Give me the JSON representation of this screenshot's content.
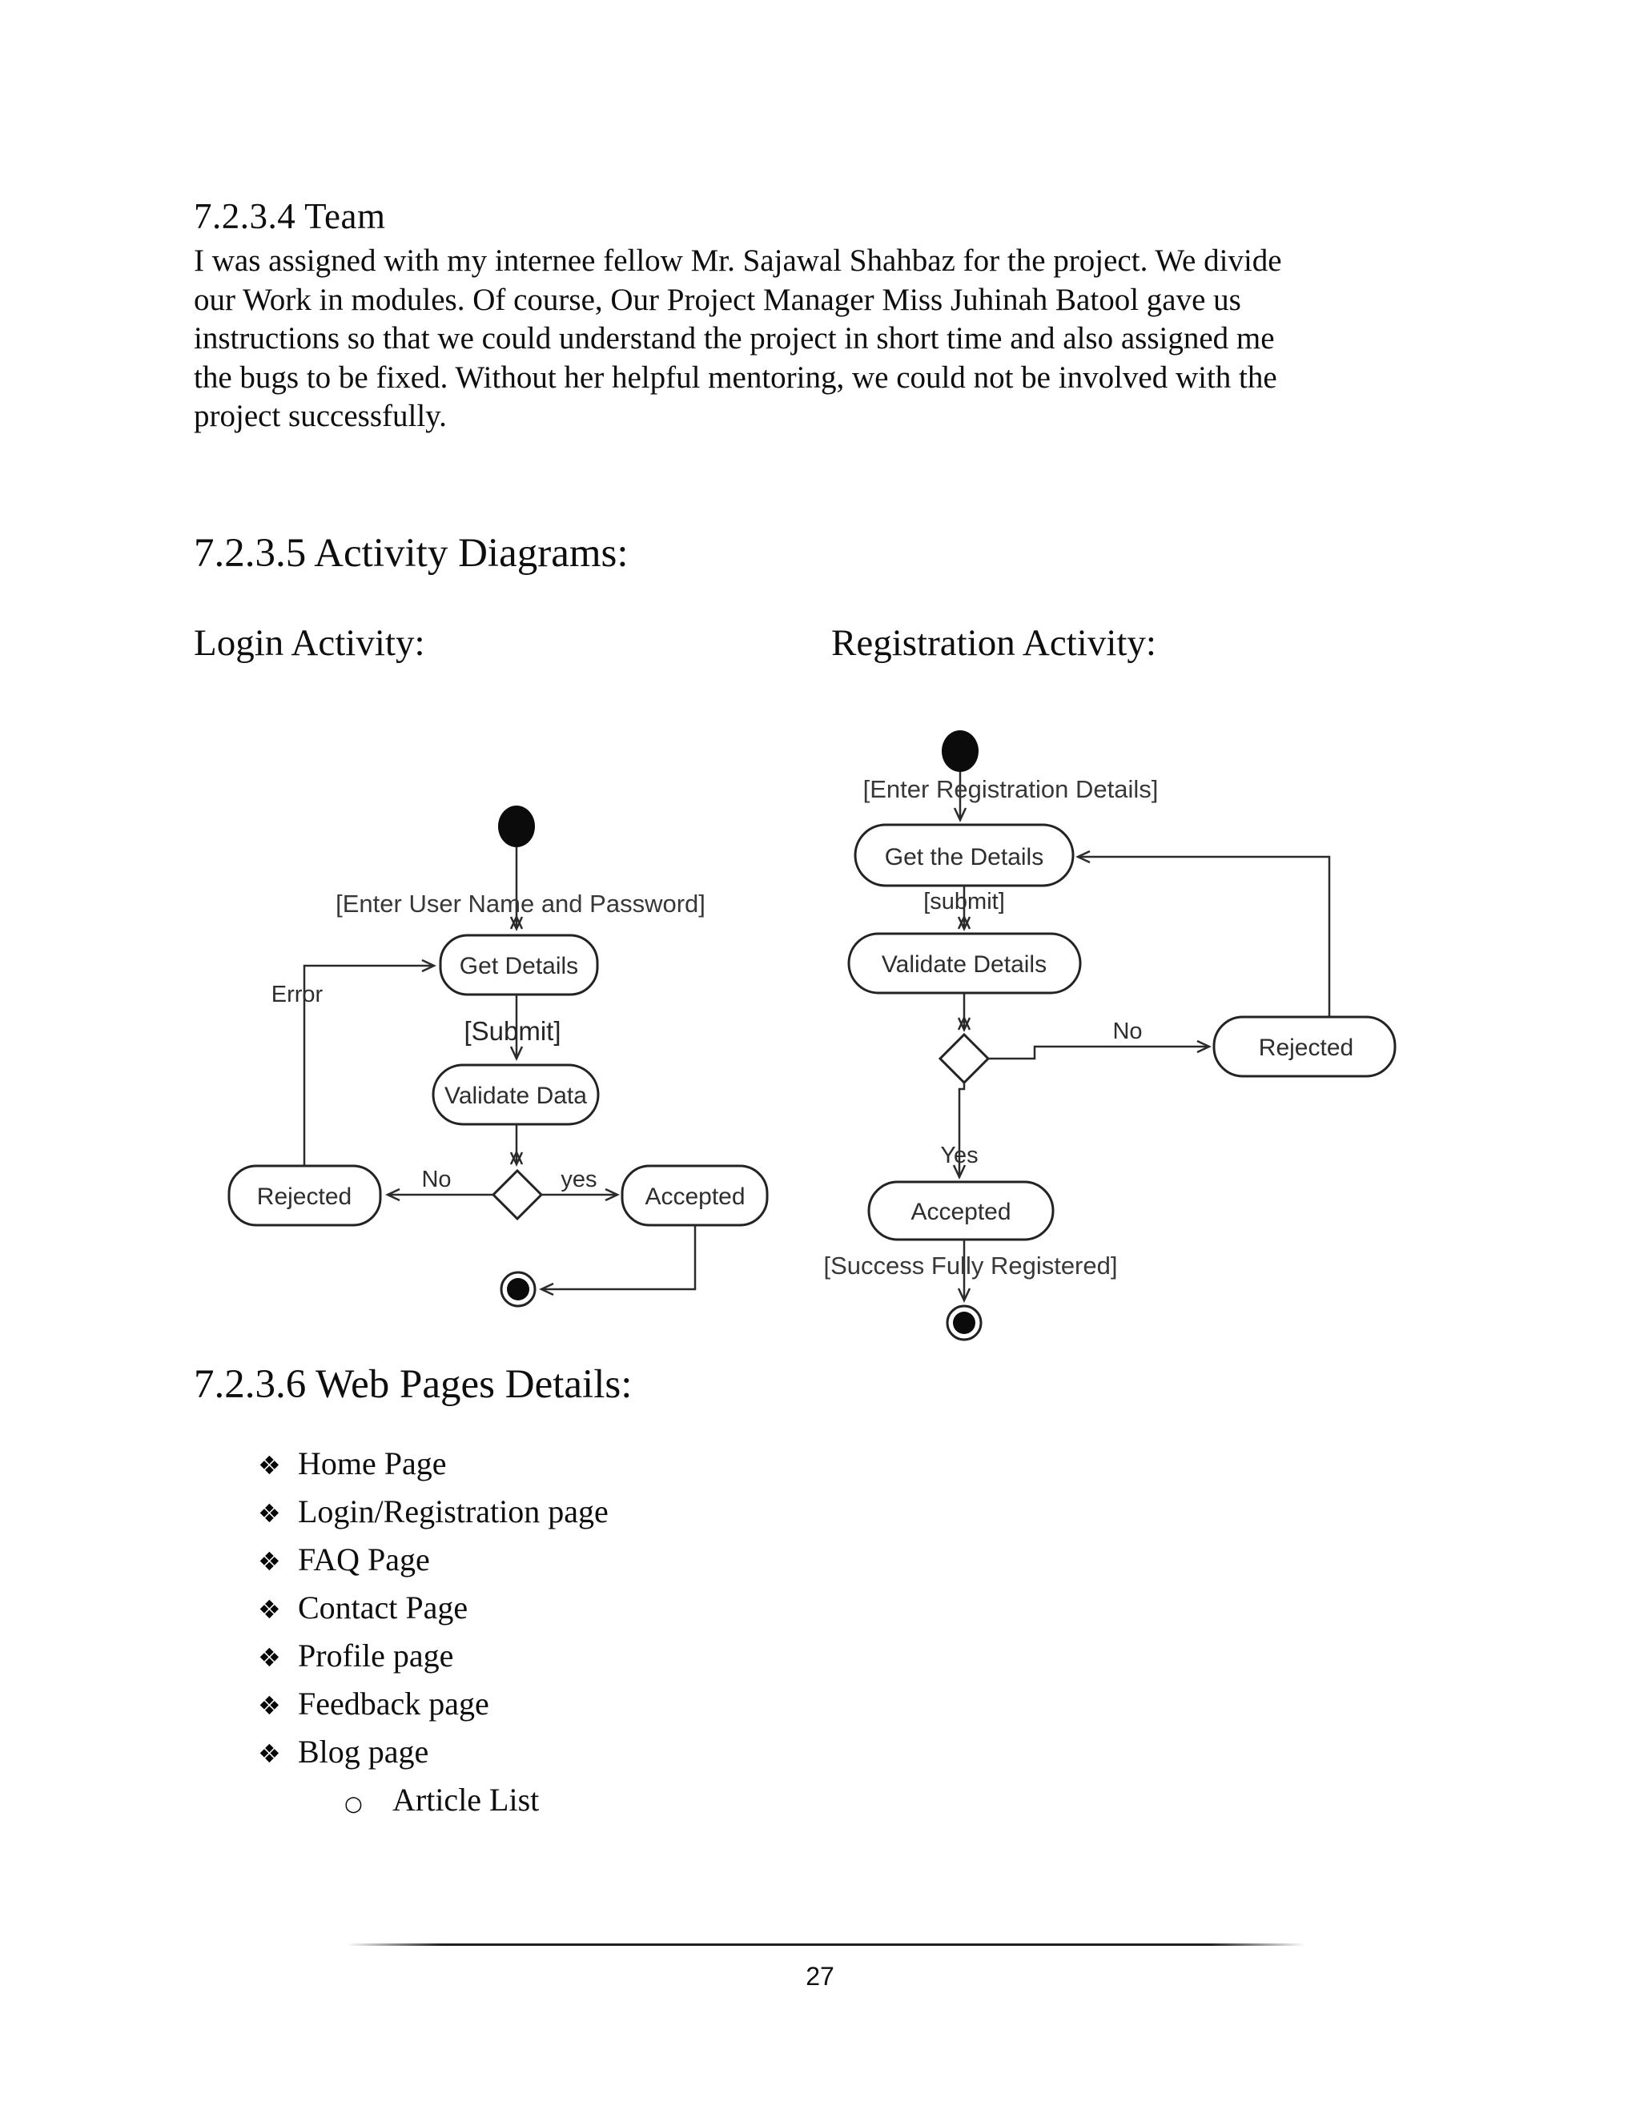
{
  "page": {
    "number": "27"
  },
  "colors": {
    "ink": "#0e0e0e",
    "diagram_stroke": "#2b2b2b",
    "background": "#ffffff"
  },
  "sections": {
    "team": {
      "heading": "7.2.3.4 Team",
      "paragraph_lines": [
        "I was assigned with my internee fellow Mr. Sajawal Shahbaz for the project. We divide",
        "our Work in modules. Of course, Our Project Manager Miss Juhinah Batool gave us",
        "instructions so that we could understand the project in short time and also assigned me",
        "the bugs to be fixed. Without her helpful mentoring, we could not be involved with the",
        "project successfully."
      ]
    },
    "activity": {
      "heading": "7.2.3.5 Activity Diagrams:",
      "login_title": "Login Activity:",
      "registration_title": "Registration Activity:"
    },
    "webpages": {
      "heading": "7.2.3.6 Web Pages Details:",
      "bullet": "❖",
      "sub_bullet": "○",
      "items": [
        "Home Page",
        "Login/Registration page",
        "FAQ Page",
        "Contact Page",
        "Profile page",
        "Feedback page",
        "Blog page"
      ],
      "sub_item": "Article List"
    }
  },
  "login_diagram": {
    "enter_label": "[Enter User Name and Password]",
    "get_details": "Get Details",
    "submit_label": "[Submit]",
    "validate": "Validate Data",
    "error_label": "Error",
    "no_label": "No",
    "yes_label": "yes",
    "rejected": "Rejected",
    "accepted": "Accepted"
  },
  "registration_diagram": {
    "enter_label": "[Enter Registration Details]",
    "get_details": "Get the Details",
    "submit_label": "[submit]",
    "validate": "Validate Details",
    "no_label": "No",
    "yes_label": "Yes",
    "rejected": "Rejected",
    "accepted": "Accepted",
    "success_label": "[Success Fully Registered]"
  }
}
